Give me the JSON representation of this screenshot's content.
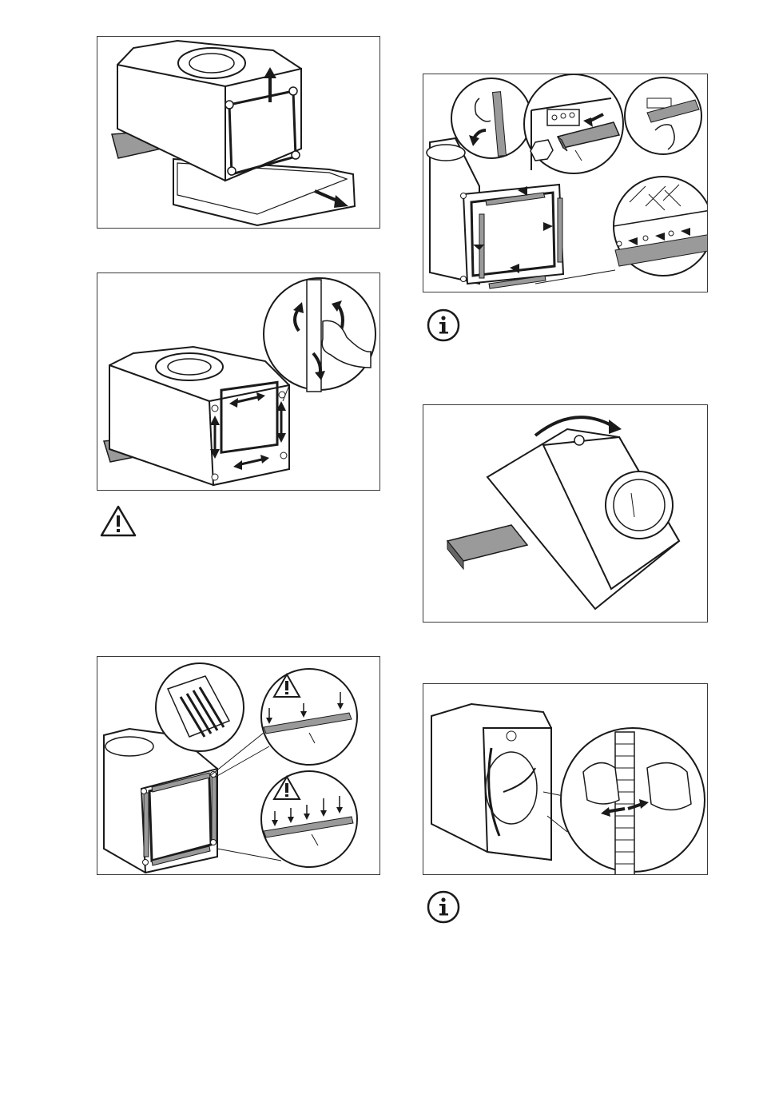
{
  "page": {
    "figures": [
      {
        "id": "fig-remove-base",
        "icon": "lift-and-slide-illustration"
      },
      {
        "id": "fig-remove-screws",
        "icon": "unscrew-illustration"
      },
      {
        "id": "fig-fit-strips",
        "icon": "adhesive-strips-illustration"
      },
      {
        "id": "fig-insert-profiles",
        "icon": "insert-profiles-illustration"
      },
      {
        "id": "fig-tilt-machine",
        "icon": "tilt-machine-illustration"
      },
      {
        "id": "fig-release-hose",
        "icon": "release-hose-illustration"
      }
    ],
    "notices": [
      {
        "type": "warning",
        "icon": "warning-triangle-icon"
      },
      {
        "type": "info",
        "icon": "info-circle-icon"
      },
      {
        "type": "info",
        "icon": "info-circle-icon"
      }
    ],
    "colors": {
      "line": "#1a1a1a",
      "fill_grey": "#9a9a9a",
      "frame": "#3a3a3a"
    }
  }
}
